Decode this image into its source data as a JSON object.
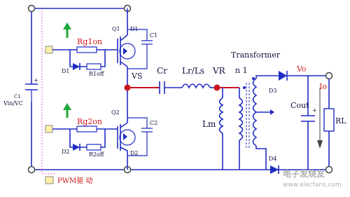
{
  "labels": {
    "vin": "Vin/VC",
    "c1_left": "C1",
    "rg1on": "Rg1on",
    "d1_left": "D1",
    "r1off": "R1off",
    "rg2on": "Rg2on",
    "d2_left": "D2",
    "r2off": "R2off",
    "q1": "Q1",
    "d1_fet": "D1",
    "c1_fet": "C1",
    "q2": "Q2",
    "c2_fet": "C2",
    "d2_fet": "D2",
    "vs": "VS",
    "cr": "Cr",
    "lr": "Lr/Ls",
    "vr": "VR",
    "lm": "Lm",
    "transformer": "Transformer",
    "n1": "n 1",
    "d3": "D3",
    "d4": "D4",
    "vo": "Vo",
    "io": "Io",
    "cout": "Cout",
    "rl": "RL",
    "pwm": "PWM驱 动",
    "watermark": "电子发烧友",
    "watermark_url": "www.elecfans.com"
  },
  "colors": {
    "wire": "#1f2cc4",
    "node_red": "#c8141e",
    "arrow_green": "#1fa83a",
    "pad_yellow": "#fff2a8"
  }
}
